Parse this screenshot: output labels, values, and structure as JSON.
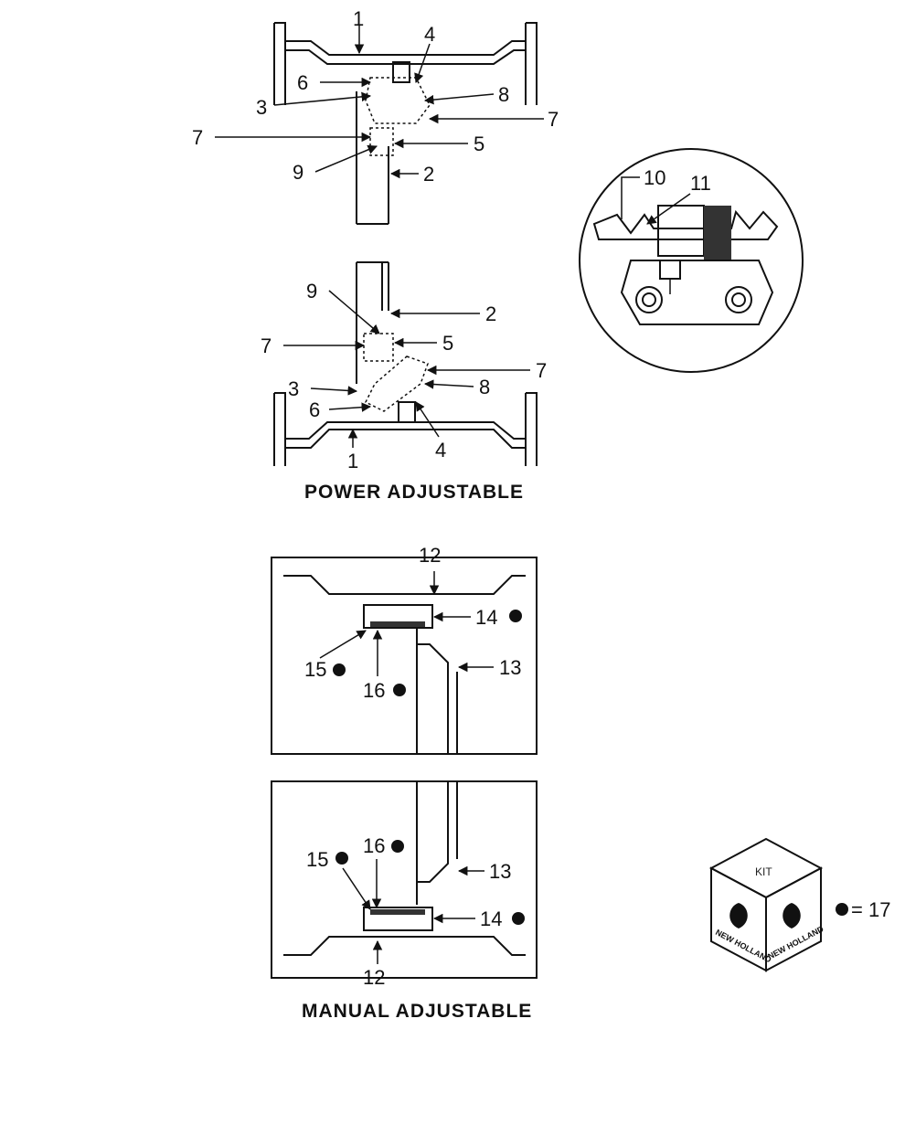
{
  "power_section": {
    "caption": "POWER ADJUSTABLE",
    "top_view_callouts": [
      "1",
      "4",
      "6",
      "8",
      "3",
      "7",
      "7",
      "5",
      "9",
      "2"
    ],
    "bottom_view_callouts": [
      "9",
      "2",
      "7",
      "5",
      "7",
      "3",
      "8",
      "6",
      "4",
      "1"
    ]
  },
  "detail_callouts": [
    "10",
    "11"
  ],
  "manual_section": {
    "caption": "MANUAL ADJUSTABLE",
    "top_view_callouts": [
      "12",
      "14",
      "15",
      "16",
      "13"
    ],
    "bottom_view_callouts": [
      "15",
      "16",
      "13",
      "14",
      "12"
    ]
  },
  "kit": {
    "label": "KIT",
    "brand": "NEW HOLLAND",
    "legend_value": "= 17"
  }
}
